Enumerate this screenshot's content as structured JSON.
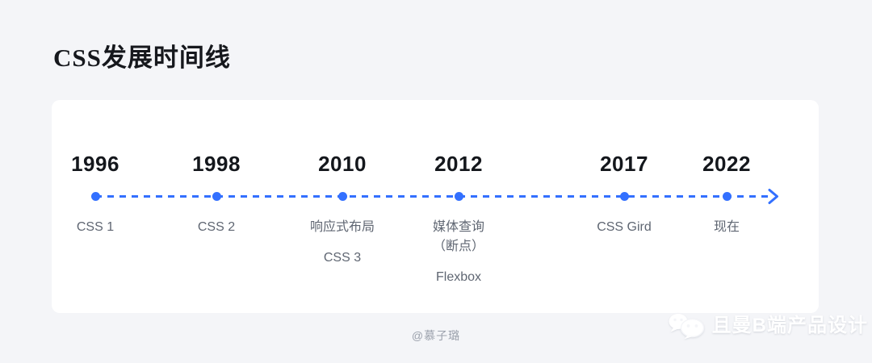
{
  "page": {
    "title": "CSS发展时间线",
    "background_color": "#F4F5F8",
    "card_color": "#FFFFFF"
  },
  "timeline": {
    "accent_color": "#3370FF",
    "year_text_color": "#14171C",
    "note_text_color": "#5F6672",
    "direction_icon": "arrow-right-icon",
    "milestones": [
      {
        "year": "1996",
        "notes": [
          [
            "CSS 1"
          ]
        ]
      },
      {
        "year": "1998",
        "notes": [
          [
            "CSS 2"
          ]
        ]
      },
      {
        "year": "2010",
        "notes": [
          [
            "响应式布局"
          ],
          [
            "CSS 3"
          ]
        ]
      },
      {
        "year": "2012",
        "notes": [
          [
            "媒体查询",
            "（断点）"
          ],
          [
            "Flexbox"
          ]
        ]
      },
      {
        "year": "2017",
        "notes": [
          [
            "CSS Gird"
          ]
        ]
      },
      {
        "year": "2022",
        "notes": [
          [
            "现在"
          ]
        ]
      }
    ]
  },
  "footer": {
    "author_credit": "@慕子璐",
    "author_credit_color": "#9BA1AC",
    "brand_label": "且曼B端产品设计",
    "brand_text_color": "#FFFFFF",
    "brand_icon": "wechat-icon"
  }
}
